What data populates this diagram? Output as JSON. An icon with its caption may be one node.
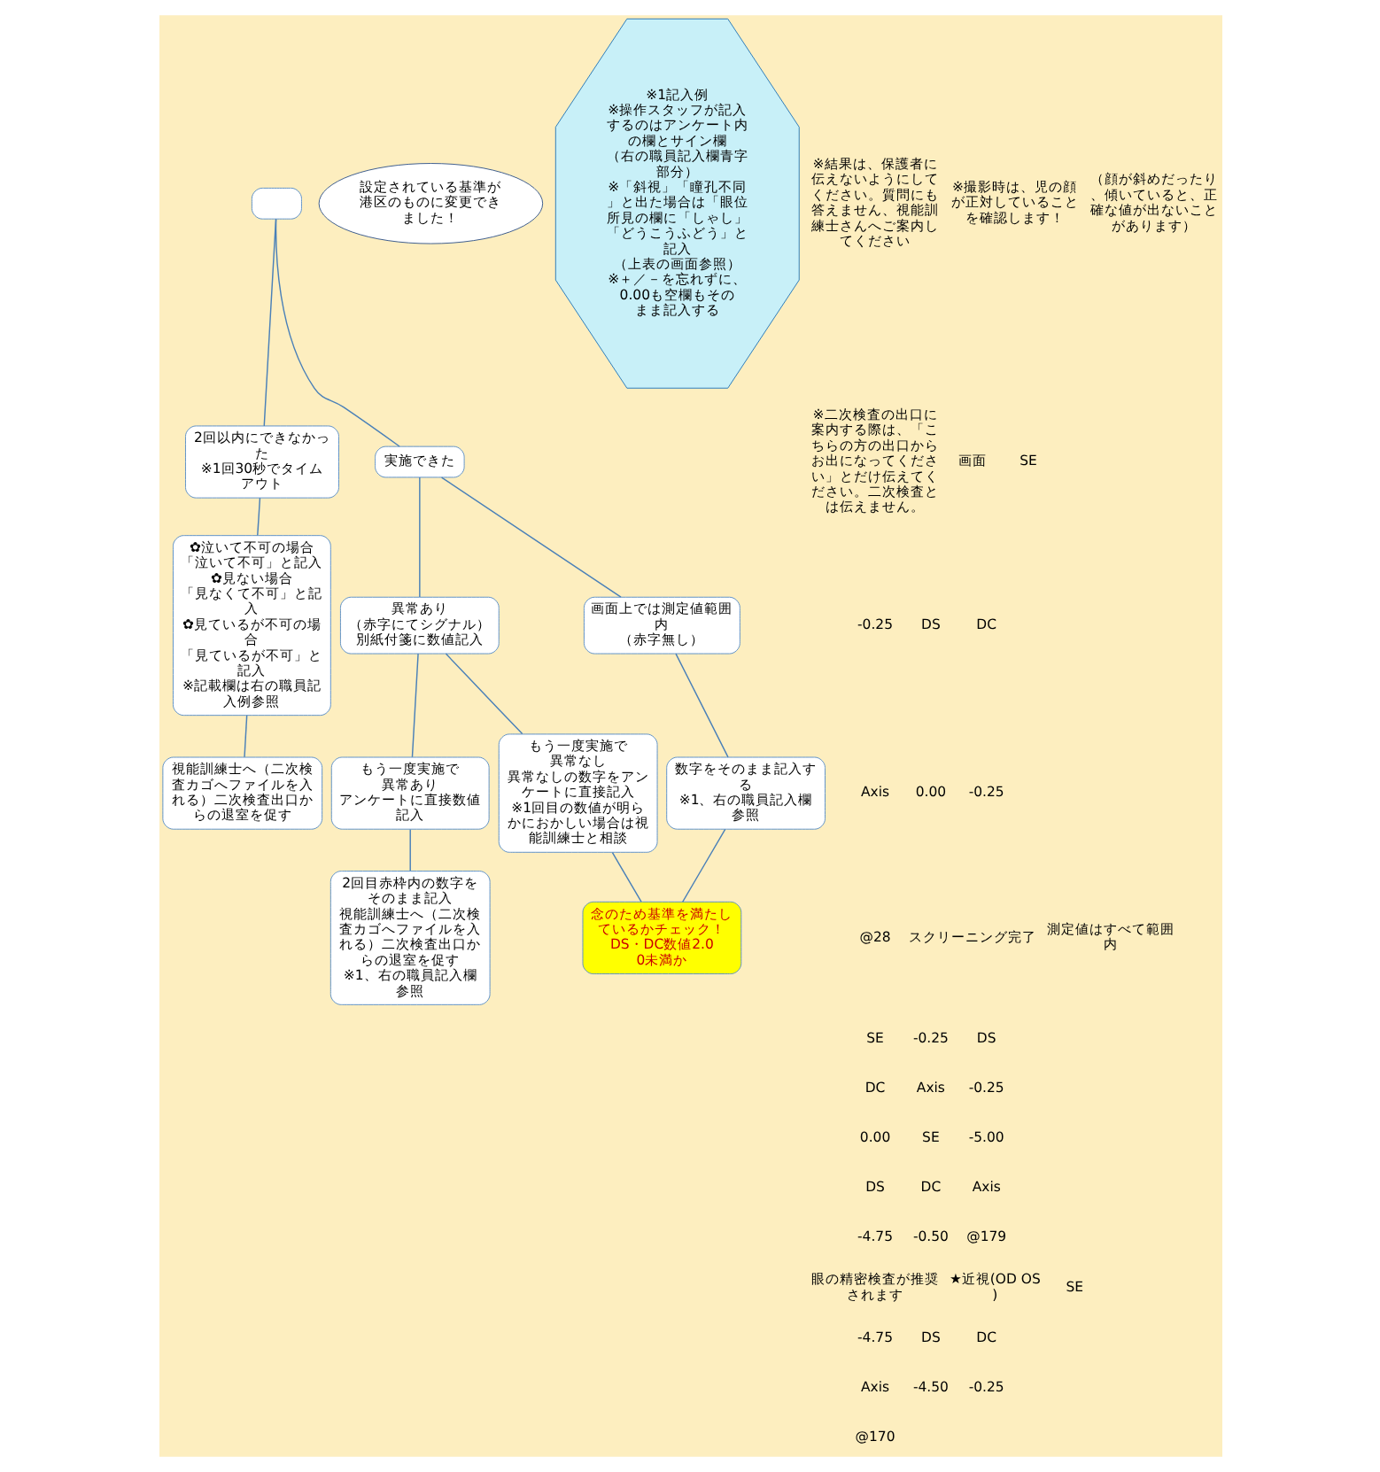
{
  "diagram": {
    "nodes": [
      {
        "text": [],
        "shape": "box"
      },
      {
        "text": [
          "2回以内にできなかった",
          "※1回30秒でタイムアウト"
        ]
      },
      {
        "text": [
          "実施できた"
        ]
      },
      {
        "text": [
          "異常あり",
          "（赤字にてシグナル）",
          "別紙付箋に数値記入"
        ]
      },
      {
        "text": [
          "画面上では測定値範囲内",
          "（赤字無し）"
        ]
      },
      {
        "text": [
          "もう一度実施で",
          "異常あり",
          "アンケートに直接数値記入"
        ]
      },
      {
        "text": [
          "もう一度実施で",
          "異常なし",
          "異常なしの数字をアンケートに直接記入",
          "※1回目の数値が明らかにおかしい場合は視能訓練士と相談"
        ]
      },
      {
        "text": [
          "数字をそのまま記入する",
          "※1、右の職員記入欄参照"
        ]
      },
      {
        "text": [
          "✿泣いて不可の場合",
          "「泣いて不可」と記入",
          "✿見ない場合",
          "「見なくて不可」と記入",
          "✿見ているが不可の場合",
          "「見ているが不可」と記入",
          "※記載欄は右の職員記入例参照"
        ]
      },
      {
        "text": [
          "2回目赤枠内の数字をそのまま記入",
          "視能訓練士へ（二次検査カゴへファイルを入れる）二次検査出口からの退室を促す",
          "※1、右の職員記入欄参照"
        ]
      },
      {
        "text": [
          "視能訓練士へ（二次検査カゴへファイルを入れる）二次検査出口からの退室を促す"
        ]
      },
      {
        "text": [
          "念のため基準を満たしているかチェック！",
          "DS・DC数値2.00未満か"
        ]
      },
      {
        "text": [
          "設定されている基準が港区のものに変更できました！"
        ]
      },
      {
        "text": [
          "※1記入例",
          "※操作スタッフが記入するのはアンケート内の欄とサイン欄",
          "（右の職員記入欄青字部分）",
          "※「斜視」「瞳孔不同」と出た場合は「眼位所見の欄に「しゃし」「どうこうふどう」と記入",
          "（上表の画面参照）",
          "※＋／－を忘れずに、0.00も空欄もそのまま記入する"
        ]
      }
    ],
    "edges": [
      {
        "from": 0,
        "to": 1,
        "arrow": "none"
      },
      {
        "from": 0,
        "to": 2,
        "arrow": "none"
      },
      {
        "from": 2,
        "to": 3,
        "arrow": "none"
      },
      {
        "from": 2,
        "to": 4,
        "arrow": "none"
      },
      {
        "from": 3,
        "to": 5,
        "arrow": "none"
      },
      {
        "from": 3,
        "to": 6,
        "arrow": "none"
      },
      {
        "from": 4,
        "to": 7,
        "arrow": "none"
      },
      {
        "from": 1,
        "to": 8,
        "arrow": "none"
      },
      {
        "from": 8,
        "to": 10,
        "arrow": "none"
      },
      {
        "from": 5,
        "to": 9,
        "arrow": "none"
      },
      {
        "from": 6,
        "to": 11,
        "arrow": "none"
      },
      {
        "from": 7,
        "to": 11,
        "arrow": "none"
      }
    ],
    "labels": [
      "※結果は、保護者に伝えないようにしてください。質問にも答えません、視能訓練士さんへご案内してください",
      "※撮影時は、児の顔が正対していることを確認します！",
      "（顔が斜めだったり、傾いていると、正確な値が出ないことがあります）",
      "※二次検査の出口に案内する際は、「こちらの方の出口からお出になってください」とだけ伝えてください。二次検査とは伝えません。",
      "画面",
      "SE",
      "-0.25",
      "DS",
      "DC",
      "Axis",
      "0.00",
      "-0.25",
      "@28",
      "スクリーニング完了",
      "測定値はすべて範囲内",
      "SE",
      "-0.25",
      "DS",
      "DC",
      "Axis",
      "-0.25",
      "0.00",
      "SE",
      "-5.00",
      "DS",
      "DC",
      "Axis",
      "-4.75",
      "-0.50",
      "@179",
      "眼の精密検査が推奨されます",
      "★近視(OD OS)",
      "SE",
      "-4.75",
      "DS",
      "DC",
      "Axis",
      "-4.50",
      "-0.25",
      "@170"
    ]
  }
}
